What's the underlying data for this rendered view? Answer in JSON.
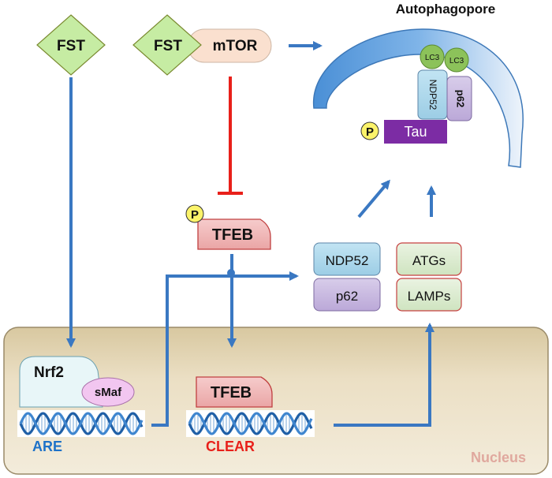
{
  "autophagopore_label": "Autophagopore",
  "nucleus_label": "Nucleus",
  "fst_left": "FST",
  "fst_complex": "FST",
  "mtor": "mTOR",
  "lc3_a": "LC3",
  "lc3_b": "LC3",
  "ndp52_vertical": "NDP52",
  "p62_vertical": "p62",
  "tau": "Tau",
  "phospho_tau": "P",
  "phospho_tfeb": "P",
  "tfeb_cyto": "TFEB",
  "tfeb_nuc": "TFEB",
  "ndp52_box": "NDP52",
  "p62_box": "p62",
  "atgs_box": "ATGs",
  "lamps_box": "LAMPs",
  "nrf2": "Nrf2",
  "smaf": "sMaf",
  "are": "ARE",
  "clear": "CLEAR",
  "colors": {
    "blue_arrow": "#3a78c2",
    "red_inhibit": "#e8201a",
    "fst_green": "#c6eca3",
    "mtor_peach": "#fae0cf",
    "tfeb_red": "#f2b8b8",
    "ndp52_blue": "#a9d6ea",
    "p62_purple": "#c6b5de",
    "atg_green": "#dcebd2",
    "tau_purple": "#7c2ca4",
    "lc3_green": "#8cc25a",
    "nucleus_fill": "#e4d6b5",
    "are_blue": "#1e72c8",
    "clear_red": "#e8201a"
  },
  "icons": [
    "dna-helix-icon",
    "phosphate-icon"
  ]
}
